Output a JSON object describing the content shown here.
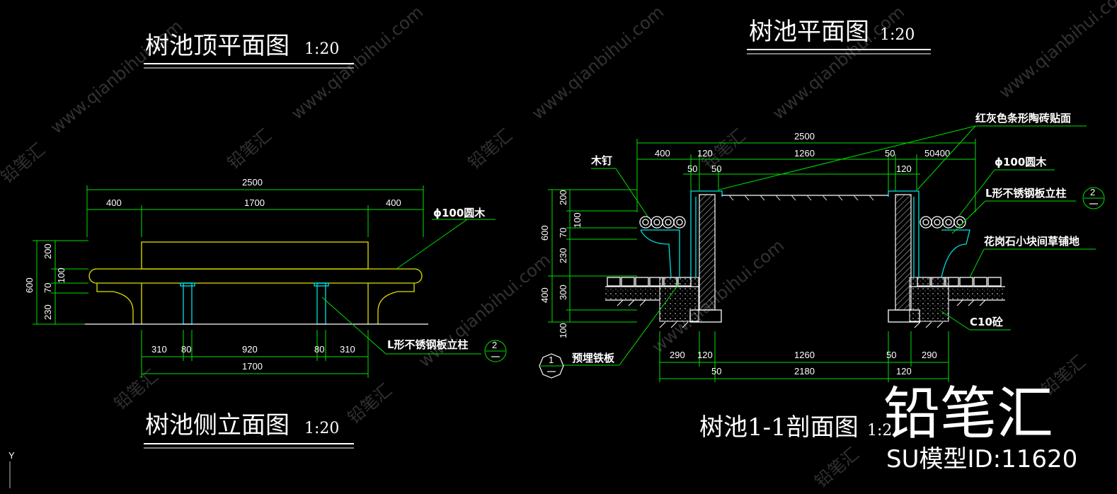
{
  "titles": {
    "top_plan": "树池顶平面图",
    "plan": "树池平面图",
    "side_elev": "树池侧立面图",
    "section": "树池1-1剖面图",
    "scale": "1:20",
    "section_scale": "1:2"
  },
  "elevation": {
    "dims_top": {
      "total": "2500",
      "left": "400",
      "mid": "1700",
      "right": "400"
    },
    "dims_left": {
      "total": "600",
      "a": "200",
      "b": "100",
      "c": "70",
      "d": "230"
    },
    "dims_bottom": {
      "a": "310",
      "b": "80",
      "c": "920",
      "d": "80",
      "e": "310",
      "total": "1700"
    },
    "label_wood": "ϕ100圆木",
    "label_post": "L形不锈钢板立柱",
    "callout": "2"
  },
  "section": {
    "dims_top": {
      "total": "2500",
      "a": "400",
      "b": "120",
      "c": "1260",
      "d": "50",
      "e": "50400",
      "f": "50",
      "g": "50",
      "h": "120"
    },
    "dims_left": {
      "a": "200",
      "b": "600",
      "c": "100",
      "d": "70",
      "e": "230",
      "f": "300",
      "g": "400",
      "h": "100"
    },
    "dims_bottom": {
      "a": "290",
      "b": "120",
      "c": "1260",
      "d": "50",
      "e": "290",
      "f": "50",
      "g": "2180",
      "h": "120"
    },
    "label_nail": "木钉",
    "label_tile": "红灰色条形陶砖贴面",
    "label_wood": "ϕ100圆木",
    "label_post": "L形不锈钢板立柱",
    "label_paving": "花岗石小块间草铺地",
    "label_concrete": "C10砼",
    "label_plate": "预埋铁板",
    "callout_left": "1",
    "callout_right": "2"
  },
  "watermark": {
    "text": "www.qianbihui.com",
    "brand": "铅笔汇",
    "model_id": "SU模型ID:11620"
  },
  "axis_label": "Y"
}
